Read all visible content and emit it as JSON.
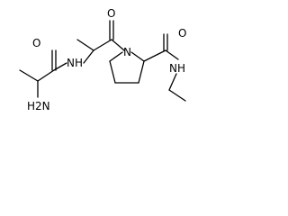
{
  "molecule": {
    "atoms": {
      "o_left": "O",
      "nh_left": "NH",
      "nh2": "H2N",
      "o_center": "O",
      "n_ring": "N",
      "o_right": "O",
      "nh_right": "NH"
    }
  }
}
